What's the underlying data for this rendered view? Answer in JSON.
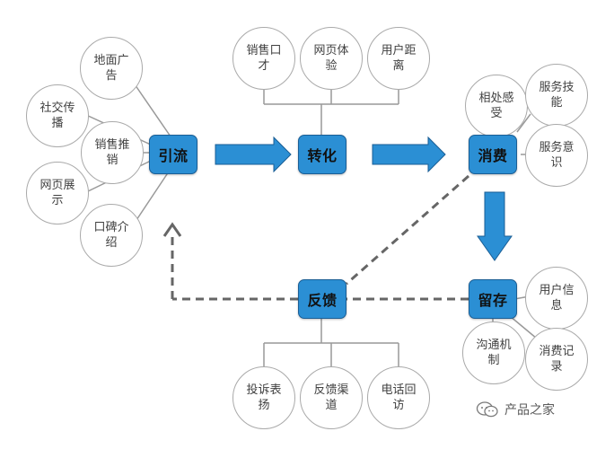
{
  "nodes": {
    "yinliu": "引流",
    "zhuanhua": "转化",
    "xiaofei": "消费",
    "liucun": "留存",
    "fankui": "反馈"
  },
  "circles": {
    "yinliu": [
      "地面广告",
      "社交传播",
      "销售推销",
      "网页展示",
      "口碑介绍"
    ],
    "zhuanhua": [
      "销售口才",
      "网页体验",
      "用户距离"
    ],
    "xiaofei": [
      "相处感受",
      "服务技能",
      "服务意识"
    ],
    "liucun": [
      "用户信息",
      "沟通机制",
      "消费记录"
    ],
    "fankui": [
      "投诉表扬",
      "反馈渠道",
      "电话回访"
    ]
  },
  "watermark": "产品之家",
  "colors": {
    "node_fill": "#2b8fd4",
    "node_border": "#1a5e95",
    "circle_border": "#a9a9a9",
    "line": "#999999",
    "dash": "#666666"
  }
}
